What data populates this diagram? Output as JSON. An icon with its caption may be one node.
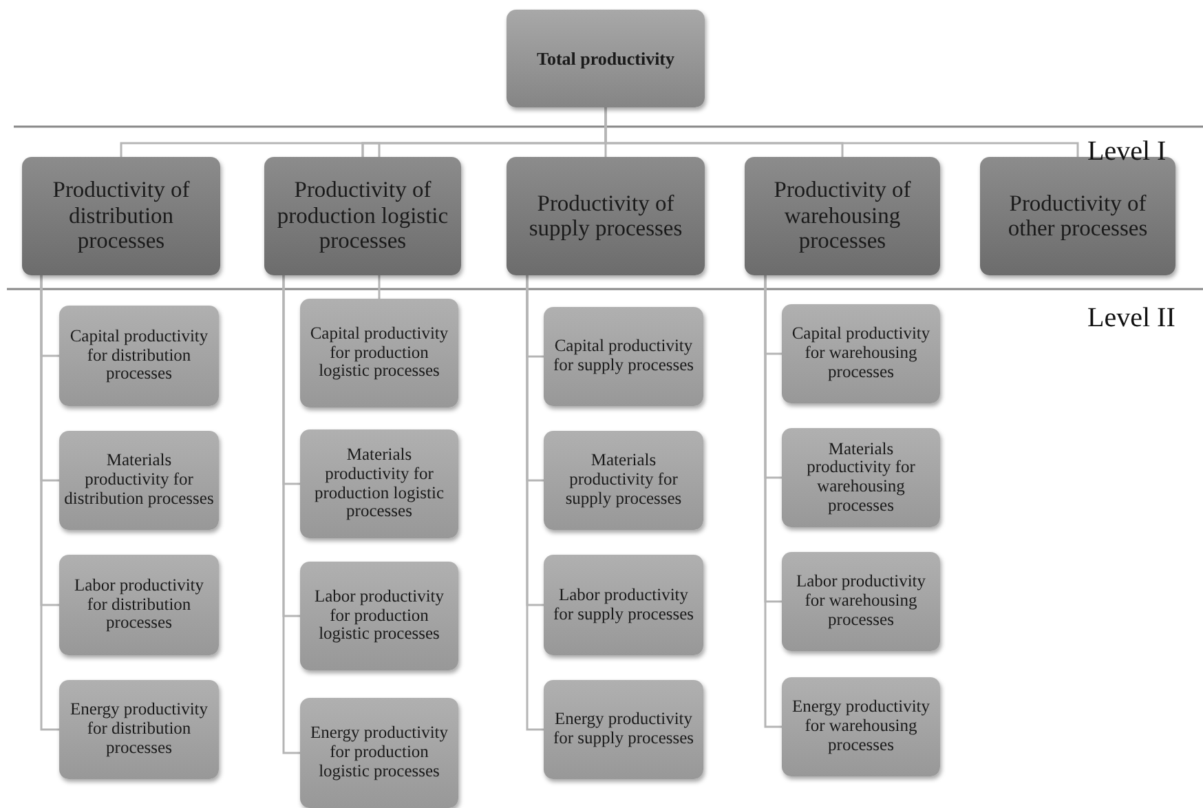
{
  "diagram": {
    "nodes": [
      {
        "text": [
          "Total productivity"
        ]
      },
      {
        "text": [
          "Productivity of distribution processes"
        ]
      },
      {
        "text": [
          "Productivity of production logistic processes"
        ]
      },
      {
        "text": [
          "Productivity of supply processes"
        ]
      },
      {
        "text": [
          "Productivity of warehousing processes"
        ]
      },
      {
        "text": [
          "Productivity of other processes"
        ]
      },
      {
        "text": [
          "Capital productivity for distribution processes"
        ]
      },
      {
        "text": [
          "Materials productivity for distribution processes"
        ]
      },
      {
        "text": [
          "Labor productivity for distribution processes"
        ]
      },
      {
        "text": [
          "Energy productivity for distribution processes"
        ]
      },
      {
        "text": [
          "Capital productivity for production logistic processes"
        ]
      },
      {
        "text": [
          "Materials productivity for production logistic processes"
        ]
      },
      {
        "text": [
          "Labor productivity for production logistic processes"
        ]
      },
      {
        "text": [
          "Energy productivity for production logistic processes"
        ]
      },
      {
        "text": [
          "Capital productivity for supply processes"
        ]
      },
      {
        "text": [
          "Materials productivity for supply processes"
        ]
      },
      {
        "text": [
          "Labor productivity for supply processes"
        ]
      },
      {
        "text": [
          "Energy productivity for supply processes"
        ]
      },
      {
        "text": [
          "Capital productivity for warehousing processes"
        ]
      },
      {
        "text": [
          "Materials productivity for warehousing processes"
        ]
      },
      {
        "text": [
          "Labor productivity for warehousing processes"
        ]
      },
      {
        "text": [
          "Energy productivity for warehousing processes"
        ]
      }
    ],
    "edges": [
      {
        "from": 0,
        "to": 1,
        "arrow": "none"
      },
      {
        "from": 0,
        "to": 2,
        "arrow": "none"
      },
      {
        "from": 0,
        "to": 3,
        "arrow": "none"
      },
      {
        "from": 0,
        "to": 4,
        "arrow": "none"
      },
      {
        "from": 0,
        "to": 5,
        "arrow": "none"
      },
      {
        "from": 1,
        "to": 6,
        "arrow": "none"
      },
      {
        "from": 1,
        "to": 7,
        "arrow": "none"
      },
      {
        "from": 1,
        "to": 8,
        "arrow": "none"
      },
      {
        "from": 1,
        "to": 9,
        "arrow": "none"
      },
      {
        "from": 2,
        "to": 10,
        "arrow": "none"
      },
      {
        "from": 2,
        "to": 11,
        "arrow": "none"
      },
      {
        "from": 2,
        "to": 12,
        "arrow": "none"
      },
      {
        "from": 2,
        "to": 13,
        "arrow": "none"
      },
      {
        "from": 3,
        "to": 14,
        "arrow": "none"
      },
      {
        "from": 3,
        "to": 15,
        "arrow": "none"
      },
      {
        "from": 3,
        "to": 16,
        "arrow": "none"
      },
      {
        "from": 3,
        "to": 17,
        "arrow": "none"
      },
      {
        "from": 4,
        "to": 18,
        "arrow": "none"
      },
      {
        "from": 4,
        "to": 19,
        "arrow": "none"
      },
      {
        "from": 4,
        "to": 20,
        "arrow": "none"
      },
      {
        "from": 4,
        "to": 21,
        "arrow": "none"
      }
    ],
    "labels": [
      "Level I",
      "Level II"
    ]
  }
}
